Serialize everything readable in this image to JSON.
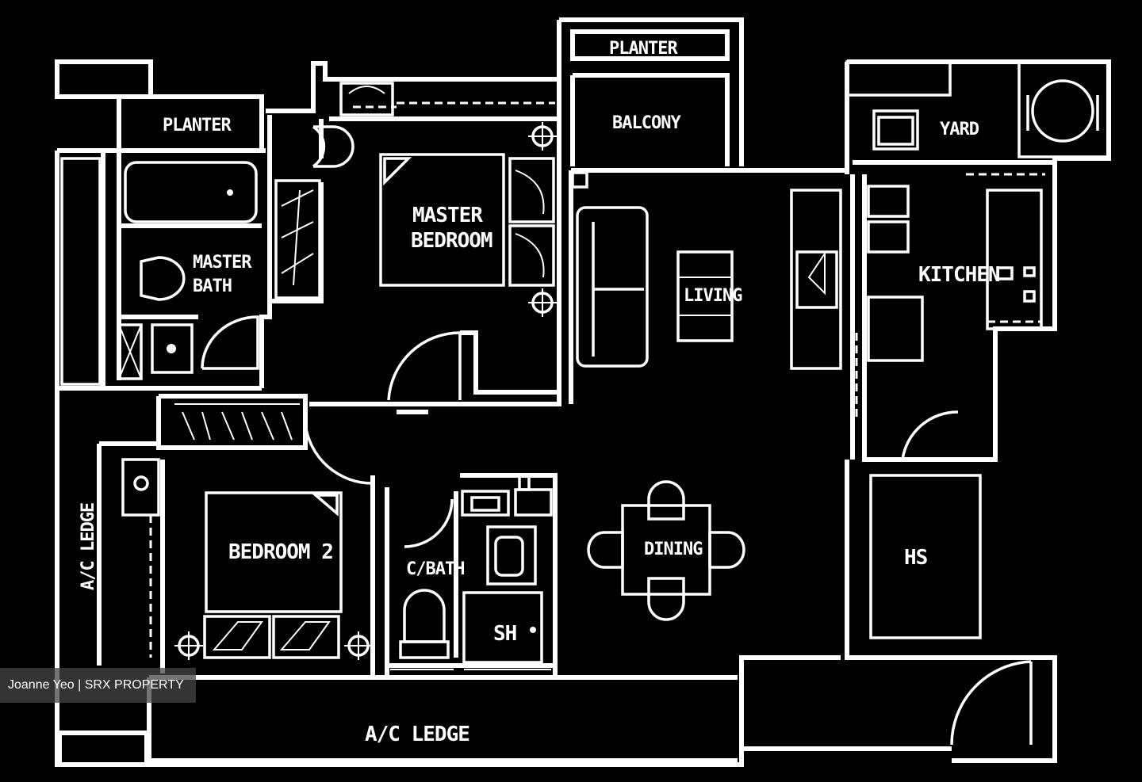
{
  "floorplan": {
    "labels": {
      "planter_top": "PLANTER",
      "planter_left": "PLANTER",
      "balcony": "BALCONY",
      "master_bedroom_1": "MASTER",
      "master_bedroom_2": "BEDROOM",
      "master_bath_1": "MASTER",
      "master_bath_2": "BATH",
      "living": "LIVING",
      "kitchen": "KITCHEN",
      "yard": "YARD",
      "bedroom_2": "BEDROOM 2",
      "common_bath": "C/BATH",
      "shower": "SH",
      "dining": "DINING",
      "household_shelter": "HS",
      "ac_ledge_left": "A/C LEDGE",
      "ac_ledge_bottom": "A/C LEDGE"
    }
  },
  "watermark": {
    "text": "Joanne Yeo | SRX PROPERTY"
  }
}
